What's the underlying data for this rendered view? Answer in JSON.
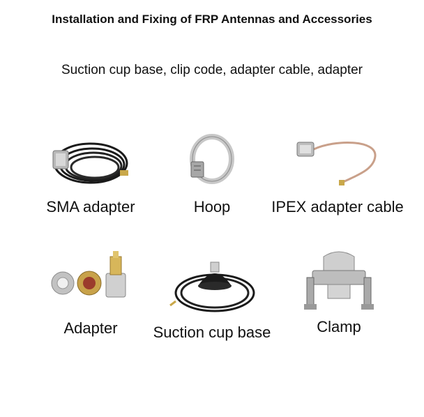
{
  "title": "Installation and Fixing of FRP Antennas and Accessories",
  "subtitle": "Suction cup base, clip code, adapter cable, adapter",
  "products": [
    {
      "label": "SMA adapter",
      "icon": "sma-adapter-cable-icon"
    },
    {
      "label": "Hoop",
      "icon": "hose-clamp-hoop-icon"
    },
    {
      "label": "IPEX adapter cable",
      "icon": "ipex-pigtail-cable-icon"
    },
    {
      "label": "Adapter",
      "icon": "rf-adapters-icon"
    },
    {
      "label": "Suction cup base",
      "icon": "magnetic-suction-base-icon"
    },
    {
      "label": "Clamp",
      "icon": "u-bolt-clamp-icon"
    }
  ]
}
